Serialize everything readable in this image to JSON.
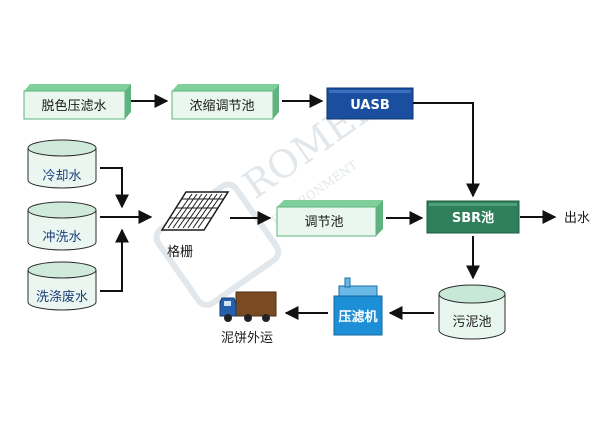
{
  "watermark": {
    "line1": "ROMEK",
    "line2": "ENVIRONMENT"
  },
  "nodes": {
    "desulfur": "脱色压滤水",
    "concentrate": "浓缩调节池",
    "uasb": "UASB",
    "cooling": "冷却水",
    "flush": "冲洗水",
    "washing": "洗涤废水",
    "grid": "格栅",
    "regulate": "调节池",
    "sbr": "SBR池",
    "outlet": "出水",
    "sludge_tank": "污泥池",
    "filter_press": "压滤机",
    "cake": "泥饼外运"
  },
  "colors": {
    "green_face": "#e9f7ee",
    "green_top": "#7fcf9b",
    "green_side": "#5fb37f",
    "blue_box": "#1a4fa0",
    "sbr_face": "#2e7f5a",
    "tank_face": "#e7f6ef",
    "filter_blue": "#1d8fd6",
    "truck_blue": "#2560ad",
    "truck_brown": "#7a4a23",
    "arrow": "#111111"
  }
}
